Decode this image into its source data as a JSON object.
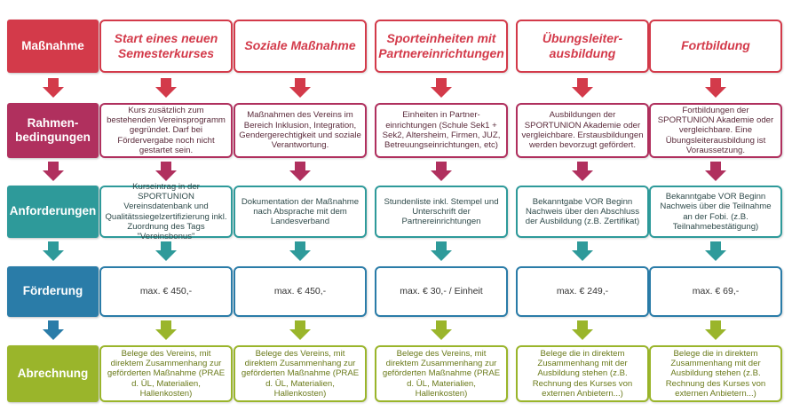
{
  "colors": {
    "row1": "#d33a4a",
    "row2": "#b0305e",
    "row3": "#2e9a9a",
    "row4": "#2a7ca8",
    "row5": "#9ab52b"
  },
  "rows": [
    {
      "label": "Maßnahme",
      "cells": [
        "Start eines neuen Semesterkurses",
        "Soziale Maßnahme",
        "Sporteinheiten mit Partnereinrichtungen",
        "Übungsleiter-ausbildung",
        "Fortbildung"
      ]
    },
    {
      "label": "Rahmen-bedingungen",
      "cells": [
        "Kurs zusätzlich zum bestehenden Vereinsprogramm gegründet. Darf bei Fördervergabe noch nicht gestartet sein.",
        "Maßnahmen des Vereins im Bereich Inklusion, Integration, Gendergerechtigkeit und soziale Verantwortung.",
        "Einheiten in Partner-einrichtungen (Schule Sek1 + Sek2, Altersheim, Firmen, JUZ, Betreuungseinrichtungen, etc)",
        "Ausbildungen der SPORTUNION Akademie oder vergleichbare. Erstausbildungen werden bevorzugt gefördert.",
        "Fortbildungen der SPORTUNION Akademie oder vergleichbare. Eine Übungsleiterausbildung ist Voraussetzung."
      ]
    },
    {
      "label": "Anforderungen",
      "cells": [
        "Kurseintrag in der SPORTUNION Vereinsdatenbank und Qualitätssiegelzertifizierung inkl. Zuordnung des Tags \"Vereinsbonus\"",
        "Dokumentation der Maßnahme nach Absprache mit dem Landesverband",
        "Stundenliste inkl. Stempel und Unterschrift der Partnereinrichtungen",
        "Bekanntgabe VOR Beginn Nachweis über den Abschluss der Ausbildung (z.B. Zertifikat)",
        "Bekanntgabe VOR Beginn Nachweis über die Teilnahme an der Fobi. (z.B. Teilnahmebestätigung)"
      ]
    },
    {
      "label": "Förderung",
      "cells": [
        "max. € 450,-",
        "max. € 450,-",
        "max. € 30,- / Einheit",
        "max. € 249,-",
        "max. € 69,-"
      ]
    },
    {
      "label": "Abrechnung",
      "cells": [
        "Belege des Vereins, mit direktem Zusammenhang zur geförderten Maßnahme (PRAE d. ÜL, Materialien, Hallenkosten)",
        "Belege des Vereins, mit direktem Zusammenhang zur geförderten Maßnahme (PRAE d. ÜL, Materialien, Hallenkosten)",
        "Belege des Vereins, mit direktem Zusammenhang zur geförderten Maßnahme (PRAE d. ÜL, Materialien, Hallenkosten)",
        "Belege die in direktem Zusammenhang mit der Ausbildung stehen (z.B. Rechnung des Kurses von externen Anbietern...)",
        "Belege die in direktem Zusammenhang mit der Ausbildung stehen (z.B. Rechnung des Kurses von externen Anbietern...)"
      ]
    }
  ]
}
